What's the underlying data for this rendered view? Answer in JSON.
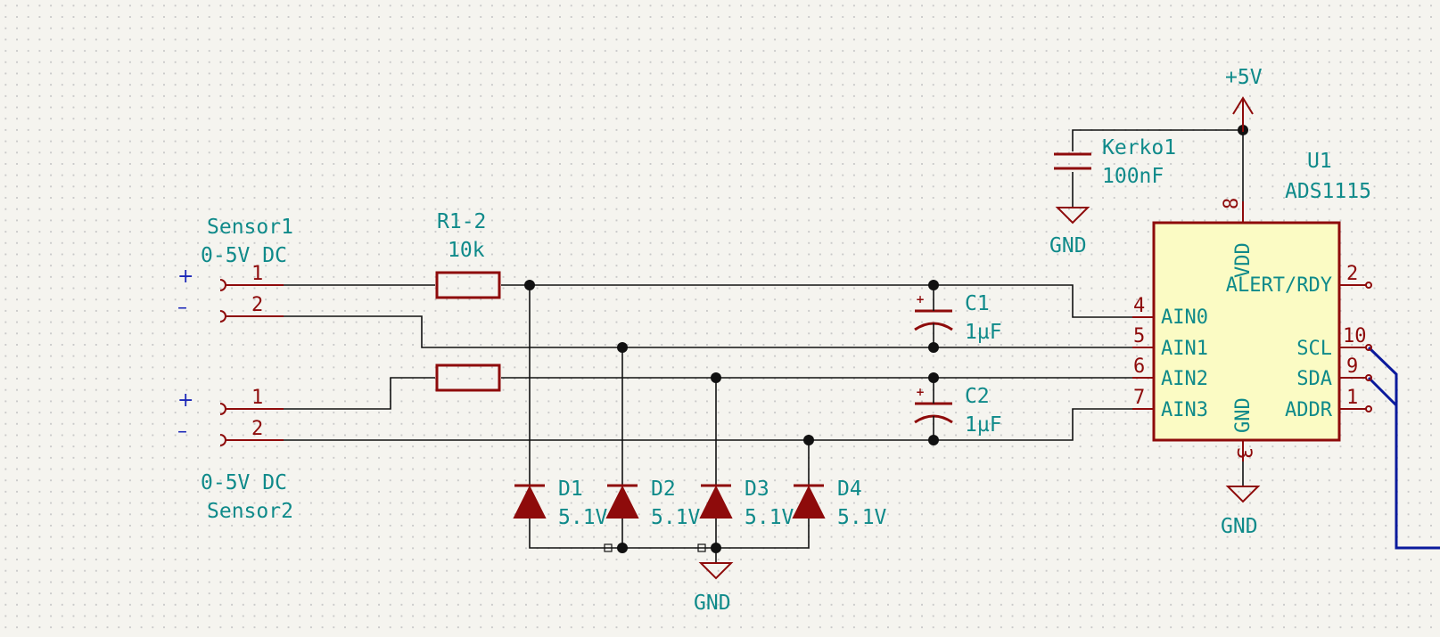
{
  "power": {
    "vcc_label": "+5V",
    "gnd_label": "GND"
  },
  "ic": {
    "ref": "U1",
    "value": "ADS1115",
    "pins": {
      "vdd": {
        "num": "8",
        "name": "VDD"
      },
      "gnd": {
        "num": "3",
        "name": "GND"
      },
      "alert": {
        "num": "2",
        "name": "ALERT/RDY"
      },
      "scl": {
        "num": "10",
        "name": "SCL"
      },
      "sda": {
        "num": "9",
        "name": "SDA"
      },
      "addr": {
        "num": "1",
        "name": "ADDR"
      },
      "ain0": {
        "num": "4",
        "name": "AIN0"
      },
      "ain1": {
        "num": "5",
        "name": "AIN1"
      },
      "ain2": {
        "num": "6",
        "name": "AIN2"
      },
      "ain3": {
        "num": "7",
        "name": "AIN3"
      }
    }
  },
  "decoupling_cap": {
    "ref": "Kerko1",
    "value": "100nF"
  },
  "resistor": {
    "ref": "R1-2",
    "value": "10k"
  },
  "sensor1": {
    "name": "Sensor1",
    "range": "0-5V DC",
    "pin1": "1",
    "pin2": "2",
    "plus": "+",
    "minus": "–"
  },
  "sensor2": {
    "name": "Sensor2",
    "range": "0-5V DC",
    "pin1": "1",
    "pin2": "2",
    "plus": "+",
    "minus": "–"
  },
  "caps": [
    {
      "ref": "C1",
      "value": "1µF"
    },
    {
      "ref": "C2",
      "value": "1µF"
    }
  ],
  "diodes": [
    {
      "ref": "D1",
      "value": "5.1V"
    },
    {
      "ref": "D2",
      "value": "5.1V"
    },
    {
      "ref": "D3",
      "value": "5.1V"
    },
    {
      "ref": "D4",
      "value": "5.1V"
    }
  ],
  "colors": {
    "component": "#8e0b0b",
    "label": "#0f8a8a",
    "wire": "#111111",
    "bus": "#0b1a9c",
    "ic_fill": "#fbfbc4"
  }
}
